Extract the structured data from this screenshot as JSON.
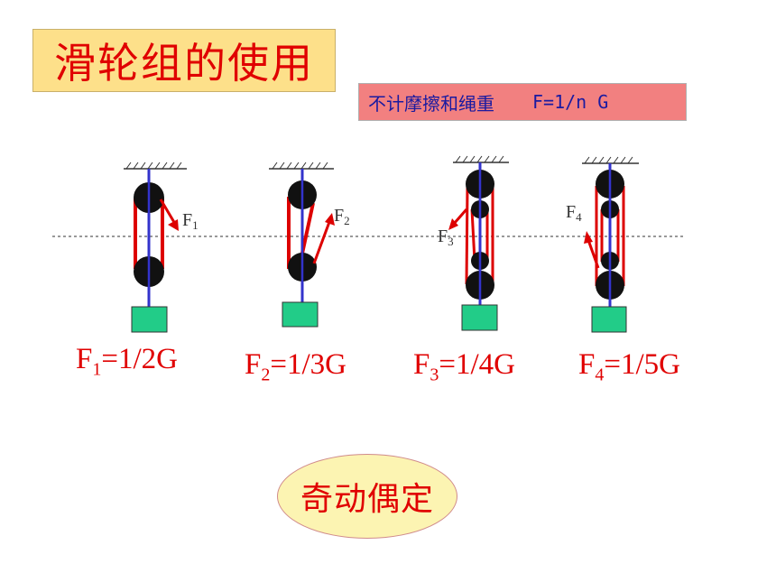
{
  "title": "滑轮组的使用",
  "rule": {
    "text": "不计摩擦和绳重",
    "formula": "F=1/n G"
  },
  "pulleys": [
    {
      "force": "F",
      "sub": "1",
      "formula_main": "=1/2G"
    },
    {
      "force": "F",
      "sub": "2",
      "formula_main": "=1/3G"
    },
    {
      "force": "F",
      "sub": "3",
      "formula_main": "=1/4G"
    },
    {
      "force": "F",
      "sub": "4",
      "formula_main": "=1/5G"
    }
  ],
  "mnemonic": "奇动偶定",
  "colors": {
    "title": "#e00000",
    "title_bg": "#fde08a",
    "rule_bg": "#f28080",
    "rope": "#dd0000",
    "axle": "#3333cc",
    "weight": "#22cc88"
  }
}
